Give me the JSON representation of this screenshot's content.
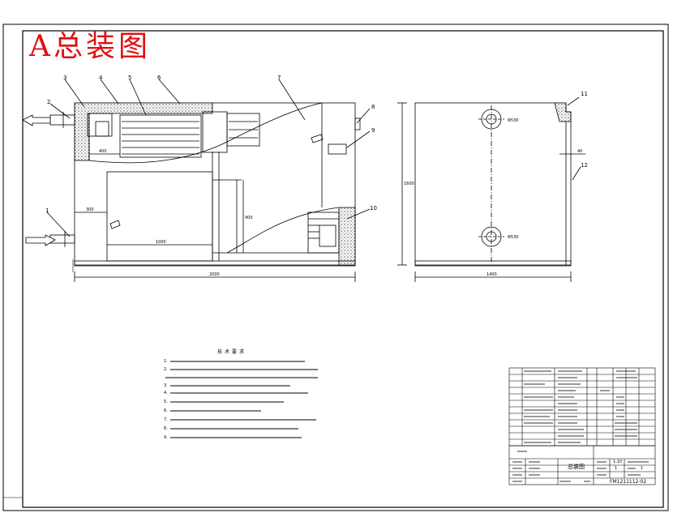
{
  "drawing": {
    "title": "A总装图",
    "accent_color": "#e01010",
    "line_color": "#000000",
    "insulation_color": "#9a9a9a"
  },
  "views": {
    "front": {
      "callouts": [
        "1",
        "2",
        "3",
        "4",
        "5",
        "6",
        "7",
        "8",
        "9",
        "10"
      ],
      "dims": {
        "top_pipe": "400",
        "left_offset": "300",
        "inner_width": "1000",
        "right_height": "900",
        "total_width": "2000",
        "height": "1600"
      }
    },
    "side": {
      "callouts": [
        "11",
        "12"
      ],
      "dims": {
        "top_flange": "Φ530",
        "bottom_flange": "Φ530",
        "wall": "40",
        "width": "1400",
        "height": "1600"
      }
    }
  },
  "notes": {
    "heading": "技术要求",
    "items": [
      "1.",
      "2.",
      "3.",
      "4.",
      "5.",
      "6.",
      "7.",
      "8.",
      "9."
    ]
  },
  "title_block": {
    "drawing_name": "总装图",
    "drawing_number": "FM1211112-02",
    "scale": "1:10",
    "sheet": "1",
    "total": "1"
  }
}
